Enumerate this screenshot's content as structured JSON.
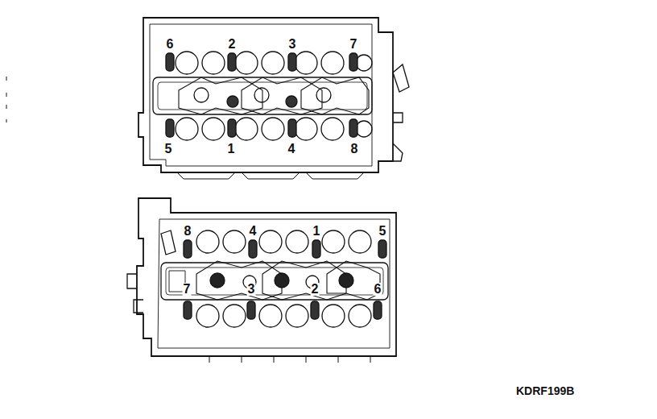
{
  "diagram": {
    "labels": [
      "6",
      "2",
      "3",
      "7",
      "5",
      "1",
      "4",
      "8",
      "8",
      "4",
      "1",
      "5",
      "7",
      "3",
      "2",
      "6",
      "KDRF199B"
    ]
  }
}
